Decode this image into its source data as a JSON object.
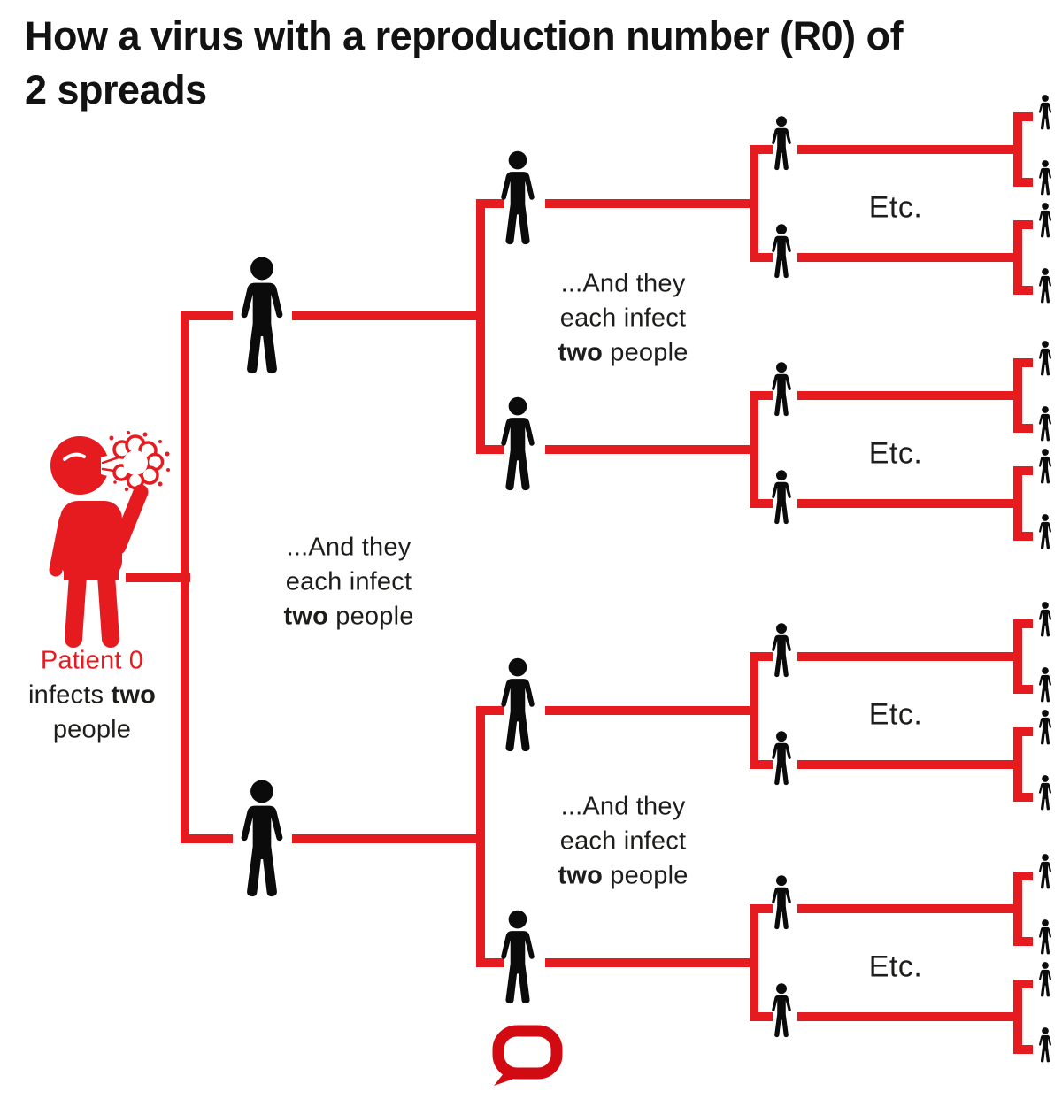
{
  "title": {
    "line1": "How a virus with a reproduction number (R0) of",
    "line2": "2 spreads"
  },
  "patient_label": {
    "line1": "Patient 0",
    "line2_normal": "infects ",
    "line2_bold": "two",
    "line3": "people"
  },
  "infect_caption": {
    "line1": "...And they",
    "line2": "each infect",
    "line3_bold": "two",
    "line3_rest": " people"
  },
  "etc_label": "Etc.",
  "colors": {
    "accent_red": "#e51b20",
    "logo_red": "#d20a11",
    "figure_black": "#0b0b0b",
    "text_black": "#1d1d1b",
    "background": "#ffffff"
  },
  "icons": {
    "patient": "coughing-person-icon",
    "person": "person-icon",
    "logo": "speech-bubble-logo-icon"
  }
}
